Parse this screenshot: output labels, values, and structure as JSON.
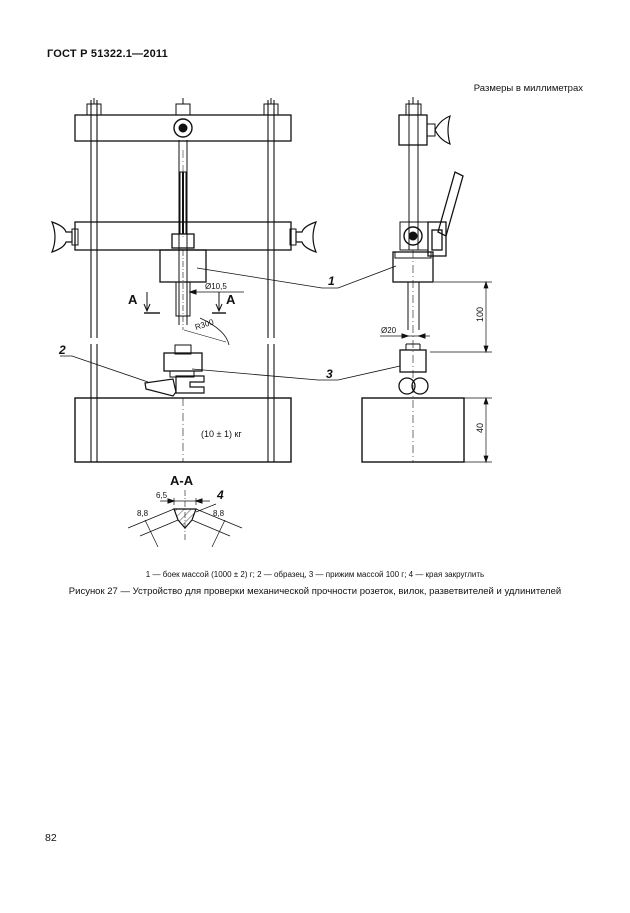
{
  "document": {
    "standard": "ГОСТ Р 51322.1—2011",
    "units_note": "Размеры в миллиметрах",
    "page_number": "82"
  },
  "figure": {
    "legend": "1 — боек массой (1000 ± 2) г; 2 — образец, 3 — прижим массой 100 г; 4 — края закруглить",
    "caption": "Рисунок 27 — Устройство для проверки механической прочности розеток, вилок, разветвителей и удлинителей"
  },
  "callouts": {
    "one": "1",
    "two": "2",
    "three": "3",
    "four": "4",
    "section_mark": "А",
    "section_title": "А-А"
  },
  "dimensions": {
    "diameter_shaft": "Ø10,5",
    "radius_sweep": "R300",
    "weight_label": "(10 ± 1) кг",
    "diameter_side": "Ø20",
    "height_100": "100",
    "height_40": "40",
    "width_65": "6,5",
    "left_88": "8,8",
    "right_88": "8,8"
  }
}
